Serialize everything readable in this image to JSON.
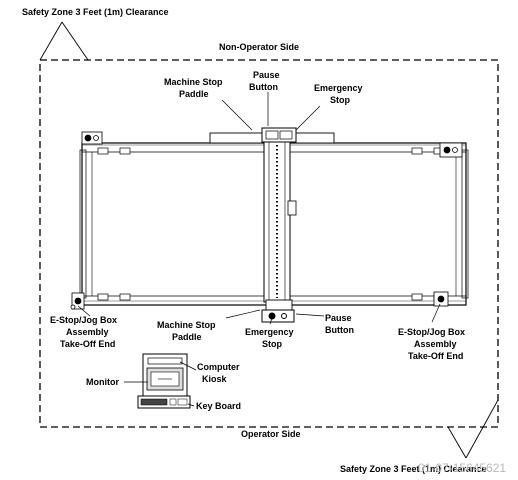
{
  "labels": {
    "safety_zone_top": "Safety Zone 3 Feet (1m) Clearance",
    "safety_zone_bottom": "Safety Zone 3 Feet (1m) Clearance",
    "non_operator_side": "Non-Operator Side",
    "operator_side": "Operator Side",
    "machine_stop_top": [
      "Machine Stop",
      "Paddle"
    ],
    "pause_top": [
      "Pause",
      "Button"
    ],
    "emergency_top": [
      "Emergency",
      "Stop"
    ],
    "machine_stop_bottom": [
      "Machine Stop",
      "Paddle"
    ],
    "emergency_bottom": [
      "Emergency",
      "Stop"
    ],
    "pause_bottom": [
      "Pause",
      "Button"
    ],
    "estop_left": [
      "E-Stop/Jog Box",
      "Assembly",
      "Take-Off End"
    ],
    "estop_right": [
      "E-Stop/Jog Box",
      "Assembly",
      "Take-Off End"
    ],
    "computer_kiosk": [
      "Computer",
      "Kiosk"
    ],
    "monitor": "Monitor",
    "keyboard": "Key Board"
  },
  "watermark": "01-07-15645621"
}
